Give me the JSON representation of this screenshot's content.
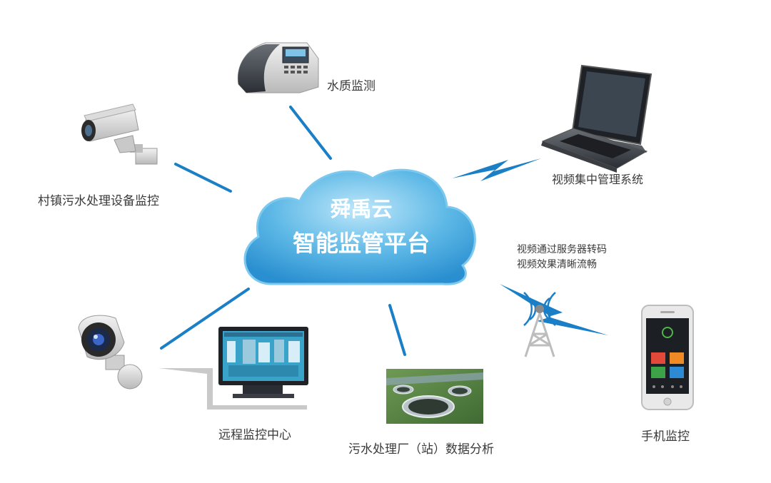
{
  "platform": {
    "brand": "舜禹云",
    "name": "智能监管平台"
  },
  "nodes": {
    "water_quality": "水质监测",
    "village_equipment": "村镇污水处理设备监控",
    "video_management": "视频集中管理系统",
    "remote_center": "远程监控中心",
    "plant_analysis": "污水处理厂（站）数据分析",
    "mobile": "手机监控"
  },
  "transcode_note": {
    "line1": "视频通过服务器转码",
    "line2": "视频效果清晰流畅"
  },
  "colors": {
    "connector": "#1a7fc6",
    "cloud_light": "#8fd1f2",
    "cloud_dark": "#2f9ad6",
    "monitor_screen": "#3aa3c9"
  },
  "icons": [
    "water-analyzer-icon",
    "cctv-camera-icon",
    "laptop-icon",
    "dome-camera-icon",
    "monitor-icon",
    "treatment-plant-icon",
    "antenna-tower-icon",
    "smartphone-icon",
    "lightning-bolt-icon",
    "cloud-icon"
  ]
}
